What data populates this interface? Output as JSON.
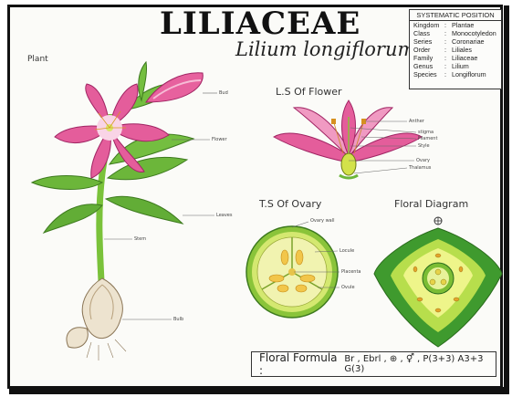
{
  "title": "LILIACEAE",
  "subtitle": "Lilium longiflorum",
  "plant_label": "Plant",
  "systematic": {
    "heading": "SYSTEMATIC POSITION",
    "rows": [
      {
        "key": "Kingdom",
        "value": "Plantae"
      },
      {
        "key": "Class",
        "value": "Monocotyledon"
      },
      {
        "key": "Series",
        "value": "Coronariae"
      },
      {
        "key": "Order",
        "value": "Liliales"
      },
      {
        "key": "Family",
        "value": "Liliaceae"
      },
      {
        "key": "Genus",
        "value": "Lilium"
      },
      {
        "key": "Species",
        "value": "Longiflorum"
      }
    ]
  },
  "plant_parts": {
    "bud": "Bud",
    "flower": "Flower",
    "leaves": "Leaves",
    "stem": "Stem",
    "bulb": "Bulb"
  },
  "ls_title": "L.S Of Flower",
  "ls_parts": {
    "anther": "Anther",
    "stigma": "stigma",
    "filament": "Filament",
    "style": "Style",
    "ovary": "Ovary",
    "thalamus": "Thalamus"
  },
  "ts_title": "T.S Of Ovary",
  "ts_parts": {
    "ovary_wall": "Ovary wall",
    "locule": "Locule",
    "placenta": "Placenta",
    "ovule": "Ovule"
  },
  "fd_title": "Floral Diagram",
  "formula_label": "Floral Formula :",
  "formula_value": "Br , Ebrl , ⊕ , ⚥ , P(3+3) A3+3 G(3)",
  "colors": {
    "petal": "#e0609f",
    "petal_light": "#f7c6de",
    "leaf": "#5aa62b",
    "leaf_light": "#b6e07a",
    "bulb": "#e7dcc7",
    "ovary_yellow": "#f2df55"
  }
}
